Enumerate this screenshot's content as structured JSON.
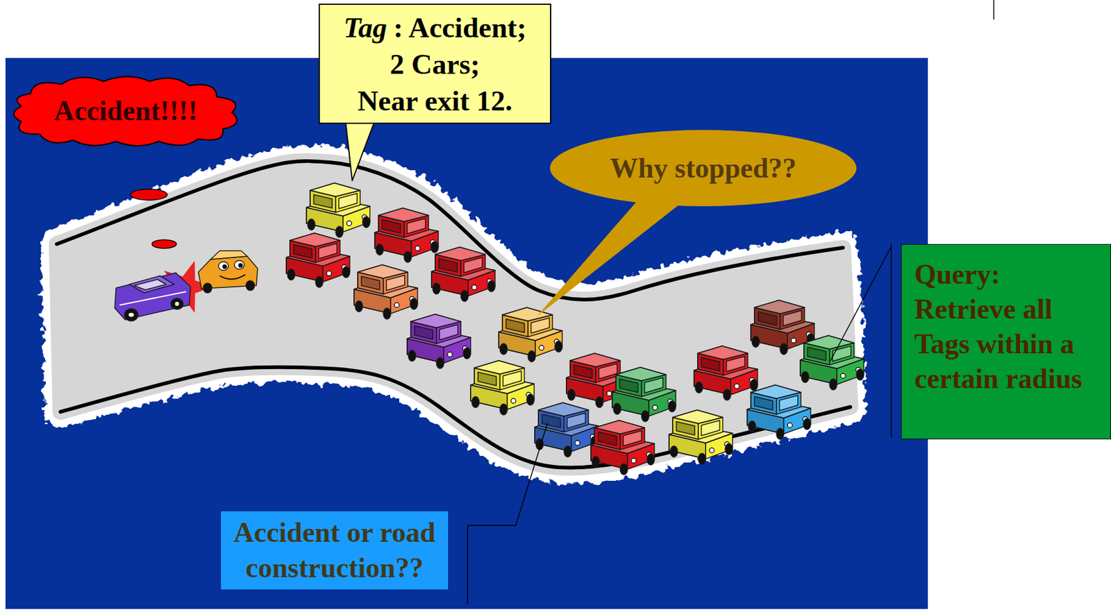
{
  "diagram": {
    "nodes": [
      {
        "text": [
          "Tag",
          ": Accident;",
          "2 Cars;",
          "Near exit 12."
        ]
      },
      {
        "text": [
          "Accident!!!!"
        ]
      },
      {
        "text": [
          "Why stopped??"
        ]
      },
      {
        "text": [
          "Query:",
          "Retrieve all Tags within a certain radius"
        ]
      },
      {
        "text": [
          "Accident or road construction??"
        ]
      }
    ]
  }
}
